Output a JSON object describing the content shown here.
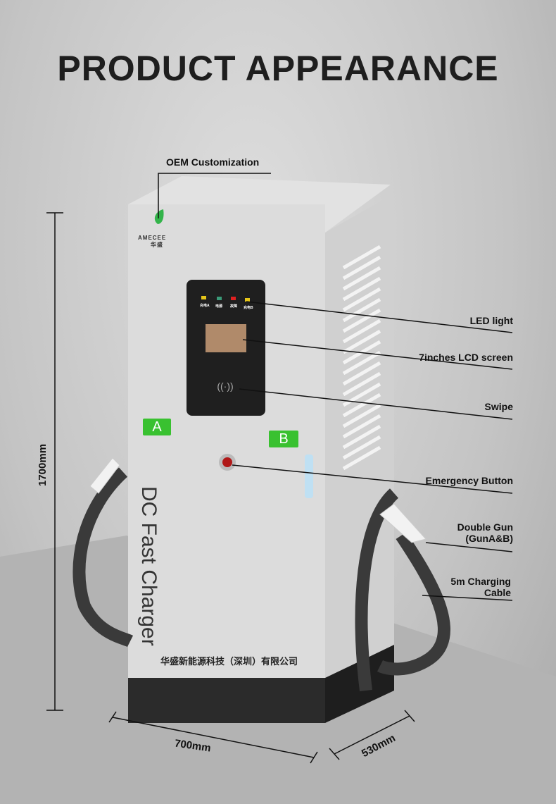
{
  "title": "PRODUCT APPEARANCE",
  "callouts": {
    "oem": "OEM Customization",
    "led": "LED light",
    "lcd": "7inches LCD screen",
    "swipe": "Swipe",
    "emergency": "Emergency Button",
    "gun_line1": "Double Gun",
    "gun_line2": "(GunA&B)",
    "cable_line1": "5m Charging",
    "cable_line2": "Cable"
  },
  "dimensions": {
    "height": "1700mm",
    "width": "700mm",
    "depth": "530mm"
  },
  "charger": {
    "logo": "AMECEE",
    "logo_cn": "华盛",
    "side_text": "DC Fast Charger",
    "company": "华盛新能源科技（深圳）有限公司",
    "gun_a": "A",
    "gun_b": "B",
    "leds": [
      {
        "label": "充电A",
        "color": "#e6c619"
      },
      {
        "label": "电源",
        "color": "#3a9a78"
      },
      {
        "label": "故障",
        "color": "#e02020"
      },
      {
        "label": "充电B",
        "color": "#e6c619"
      }
    ]
  }
}
